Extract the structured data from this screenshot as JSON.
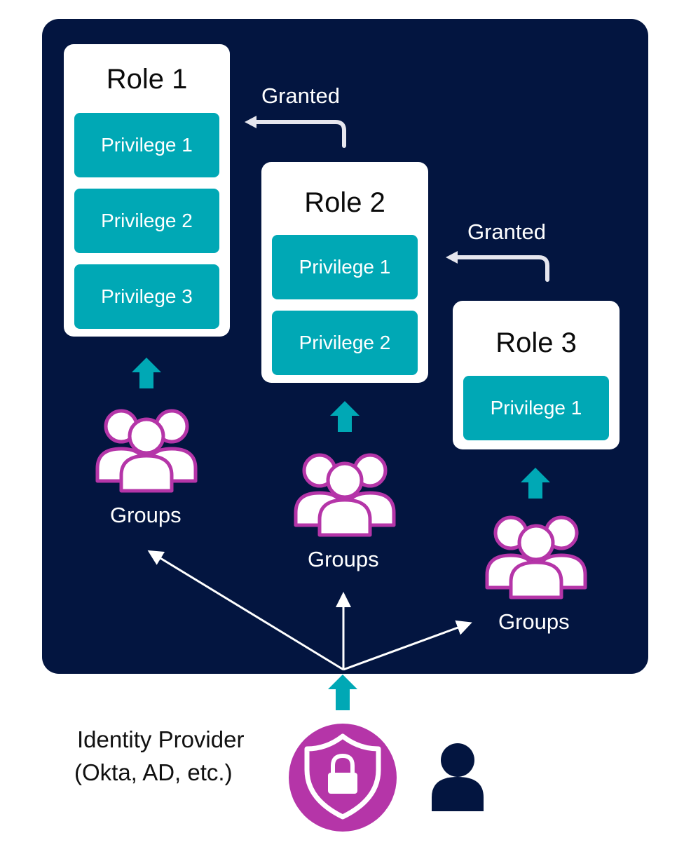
{
  "roles": [
    {
      "title": "Role 1",
      "privileges": [
        "Privilege 1",
        "Privilege 2",
        "Privilege 3"
      ]
    },
    {
      "title": "Role 2",
      "privileges": [
        "Privilege 1",
        "Privilege 2"
      ]
    },
    {
      "title": "Role 3",
      "privileges": [
        "Privilege 1"
      ]
    }
  ],
  "granted": [
    "Granted",
    "Granted"
  ],
  "groups": [
    "Groups",
    "Groups",
    "Groups"
  ],
  "identity_provider": {
    "line1": "Identity Provider",
    "line2": "(Okta, AD, etc.)"
  },
  "colors": {
    "panel": "#031540",
    "privilege": "#00a8b5",
    "teal_arrow": "#00a8b5",
    "group_outline": "#b535a8",
    "shield_circle": "#b535a8",
    "user_icon": "#031540"
  }
}
